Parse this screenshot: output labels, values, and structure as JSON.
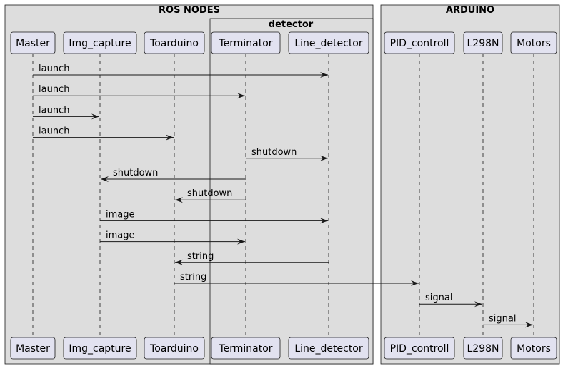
{
  "groups": {
    "ros_nodes": "ROS NODES",
    "detector": "detector",
    "arduino": "ARDUINO"
  },
  "participants": [
    {
      "id": "master",
      "label": "Master"
    },
    {
      "id": "img_capture",
      "label": "Img_capture"
    },
    {
      "id": "toarduino",
      "label": "Toarduino"
    },
    {
      "id": "terminator",
      "label": "Terminator"
    },
    {
      "id": "line_detector",
      "label": "Line_detector"
    },
    {
      "id": "pid_controll",
      "label": "PID_controll"
    },
    {
      "id": "l298n",
      "label": "L298N"
    },
    {
      "id": "motors",
      "label": "Motors"
    }
  ],
  "messages": [
    {
      "from": "master",
      "to": "line_detector",
      "label": "launch"
    },
    {
      "from": "master",
      "to": "terminator",
      "label": "launch"
    },
    {
      "from": "master",
      "to": "img_capture",
      "label": "launch"
    },
    {
      "from": "master",
      "to": "toarduino",
      "label": "launch"
    },
    {
      "from": "terminator",
      "to": "line_detector",
      "label": "shutdown"
    },
    {
      "from": "terminator",
      "to": "img_capture",
      "label": "shutdown"
    },
    {
      "from": "terminator",
      "to": "toarduino",
      "label": "shutdown"
    },
    {
      "from": "img_capture",
      "to": "line_detector",
      "label": "image"
    },
    {
      "from": "img_capture",
      "to": "terminator",
      "label": "image"
    },
    {
      "from": "line_detector",
      "to": "toarduino",
      "label": "string"
    },
    {
      "from": "toarduino",
      "to": "pid_controll",
      "label": "string"
    },
    {
      "from": "pid_controll",
      "to": "l298n",
      "label": "signal"
    },
    {
      "from": "l298n",
      "to": "motors",
      "label": "signal"
    }
  ],
  "colors": {
    "group_fill": "#dddddd",
    "group_stroke": "#181818",
    "participant_fill": "#e2e2f0",
    "participant_stroke": "#181818",
    "line": "#181818"
  }
}
